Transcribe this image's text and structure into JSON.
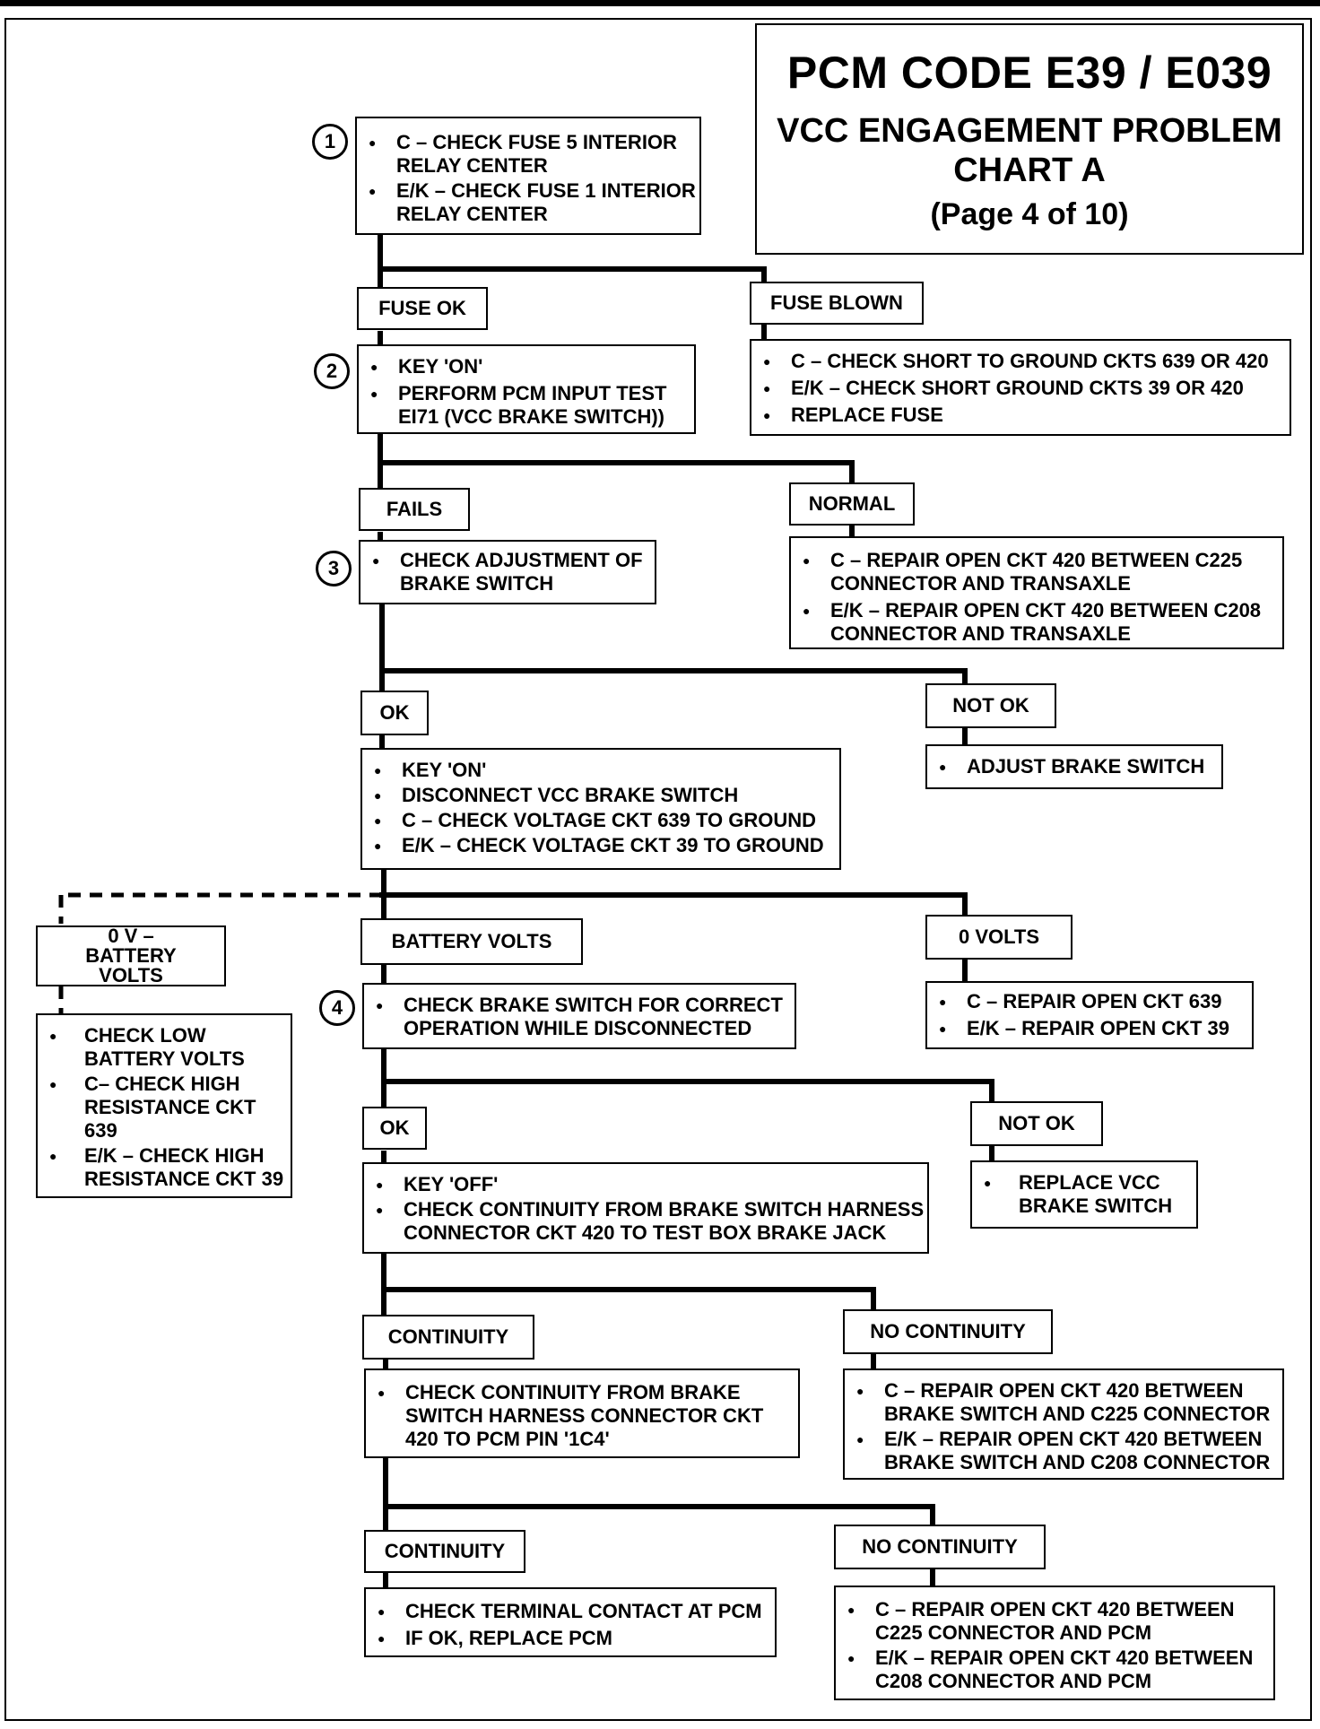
{
  "title": {
    "line1": "PCM CODE E39 / E039",
    "line2a": "VCC ENGAGEMENT PROBLEM",
    "line2b": "CHART A",
    "line3": "(Page 4 of 10)"
  },
  "steps": {
    "s1": "1",
    "s2": "2",
    "s3": "3",
    "s4": "4"
  },
  "step1": {
    "items": [
      "C – CHECK FUSE 5 INTERIOR RELAY  CENTER",
      "E/K – CHECK FUSE 1 INTERIOR RELAY CENTER"
    ]
  },
  "fuse_ok": {
    "label": "FUSE OK"
  },
  "fuse_blown": {
    "label": "FUSE BLOWN",
    "items": [
      "C – CHECK SHORT TO GROUND CKTS 639 OR 420",
      "E/K – CHECK SHORT GROUND CKTS 39 OR 420",
      "REPLACE FUSE"
    ]
  },
  "step2": {
    "items": [
      "KEY 'ON'",
      "PERFORM PCM INPUT TEST EI71 (VCC BRAKE SWITCH))"
    ]
  },
  "fails": {
    "label": "FAILS"
  },
  "normal": {
    "label": "NORMAL",
    "items": [
      "C – REPAIR OPEN CKT 420 BETWEEN C225 CONNECTOR AND  TRANSAXLE",
      "E/K – REPAIR OPEN CKT 420 BETWEEN C208 CONNECTOR AND  TRANSAXLE"
    ]
  },
  "step3": {
    "items": [
      "CHECK ADJUSTMENT OF BRAKE SWITCH"
    ]
  },
  "ok1": {
    "label": "OK",
    "items": [
      "KEY 'ON'",
      "DISCONNECT VCC BRAKE SWITCH",
      "C – CHECK VOLTAGE CKT 639 TO GROUND",
      "E/K – CHECK VOLTAGE CKT 39 TO GROUND"
    ]
  },
  "not_ok1": {
    "label": "NOT OK",
    "items": [
      "ADJUST BRAKE SWITCH"
    ]
  },
  "zero_batt": {
    "label": "0 V – BATTERY VOLTS",
    "items": [
      "CHECK LOW BATTERY VOLTS",
      "C– CHECK HIGH RESISTANCE CKT  639",
      "E/K – CHECK HIGH RESISTANCE CKT 39"
    ]
  },
  "battery_volts": {
    "label": "BATTERY VOLTS"
  },
  "zero_volts": {
    "label": "0 VOLTS",
    "items": [
      "C – REPAIR  OPEN CKT 639",
      "E/K – REPAIR OPEN CKT 39"
    ]
  },
  "step4": {
    "items": [
      "CHECK BRAKE SWITCH FOR CORRECT OPERATION WHILE DISCONNECTED"
    ]
  },
  "ok2": {
    "label": "OK",
    "items": [
      "KEY 'OFF'",
      "CHECK CONTINUITY FROM BRAKE SWITCH HARNESS CONNECTOR CKT 420 TO TEST BOX BRAKE JACK"
    ]
  },
  "not_ok2": {
    "label": "NOT OK",
    "items": [
      "REPLACE  VCC BRAKE SWITCH"
    ]
  },
  "continuity1": {
    "label": "CONTINUITY",
    "items": [
      "CHECK CONTINUITY FROM BRAKE SWITCH HARNESS CONNECTOR CKT  420 TO PCM PIN '1C4'"
    ]
  },
  "no_continuity1": {
    "label": "NO CONTINUITY",
    "items": [
      "C – REPAIR OPEN CKT 420 BETWEEN BRAKE SWITCH AND C225 CONNECTOR",
      "E/K – REPAIR OPEN CKT 420 BETWEEN BRAKE SWITCH AND C208 CONNECTOR"
    ]
  },
  "continuity2": {
    "label": "CONTINUITY",
    "items": [
      "CHECK TERMINAL CONTACT AT PCM",
      "IF OK, REPLACE PCM"
    ]
  },
  "no_continuity2": {
    "label": "NO CONTINUITY",
    "items": [
      "C – REPAIR OPEN CKT 420 BETWEEN C225 CONNECTOR AND PCM",
      "E/K – REPAIR OPEN CKT 420 BETWEEN C208 CONNECTOR AND PCM"
    ]
  }
}
